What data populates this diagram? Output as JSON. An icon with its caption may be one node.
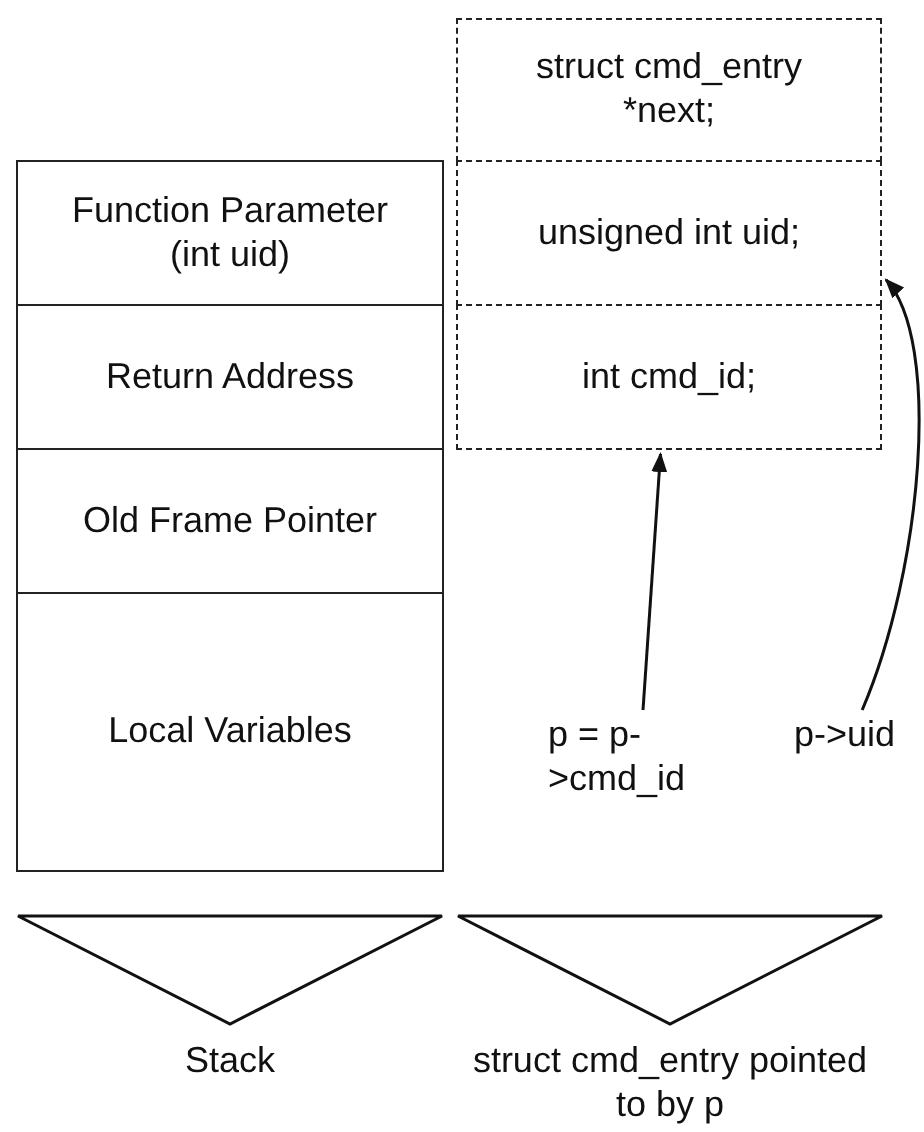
{
  "diagram": {
    "nodes": [
      {
        "text": [
          "struct cmd_entry *next;"
        ]
      },
      {
        "text": [
          "unsigned int uid;"
        ]
      },
      {
        "text": [
          "int cmd_id;"
        ]
      },
      {
        "text": [
          "Function Parameter (int uid)"
        ]
      },
      {
        "text": [
          "Return Address"
        ]
      },
      {
        "text": [
          "Old Frame Pointer"
        ]
      },
      {
        "text": [
          "Local Variables"
        ]
      },
      {
        "text": [
          "p = p->cmd_id"
        ]
      },
      {
        "text": [
          "p->uid"
        ]
      },
      {
        "text": [
          "Stack"
        ]
      },
      {
        "text": [
          "struct cmd_entry pointed to by p"
        ]
      }
    ],
    "edges": [
      {
        "from": 7,
        "to": 2,
        "arrow": "to"
      },
      {
        "from": 8,
        "to": 1,
        "arrow": "to"
      }
    ]
  }
}
